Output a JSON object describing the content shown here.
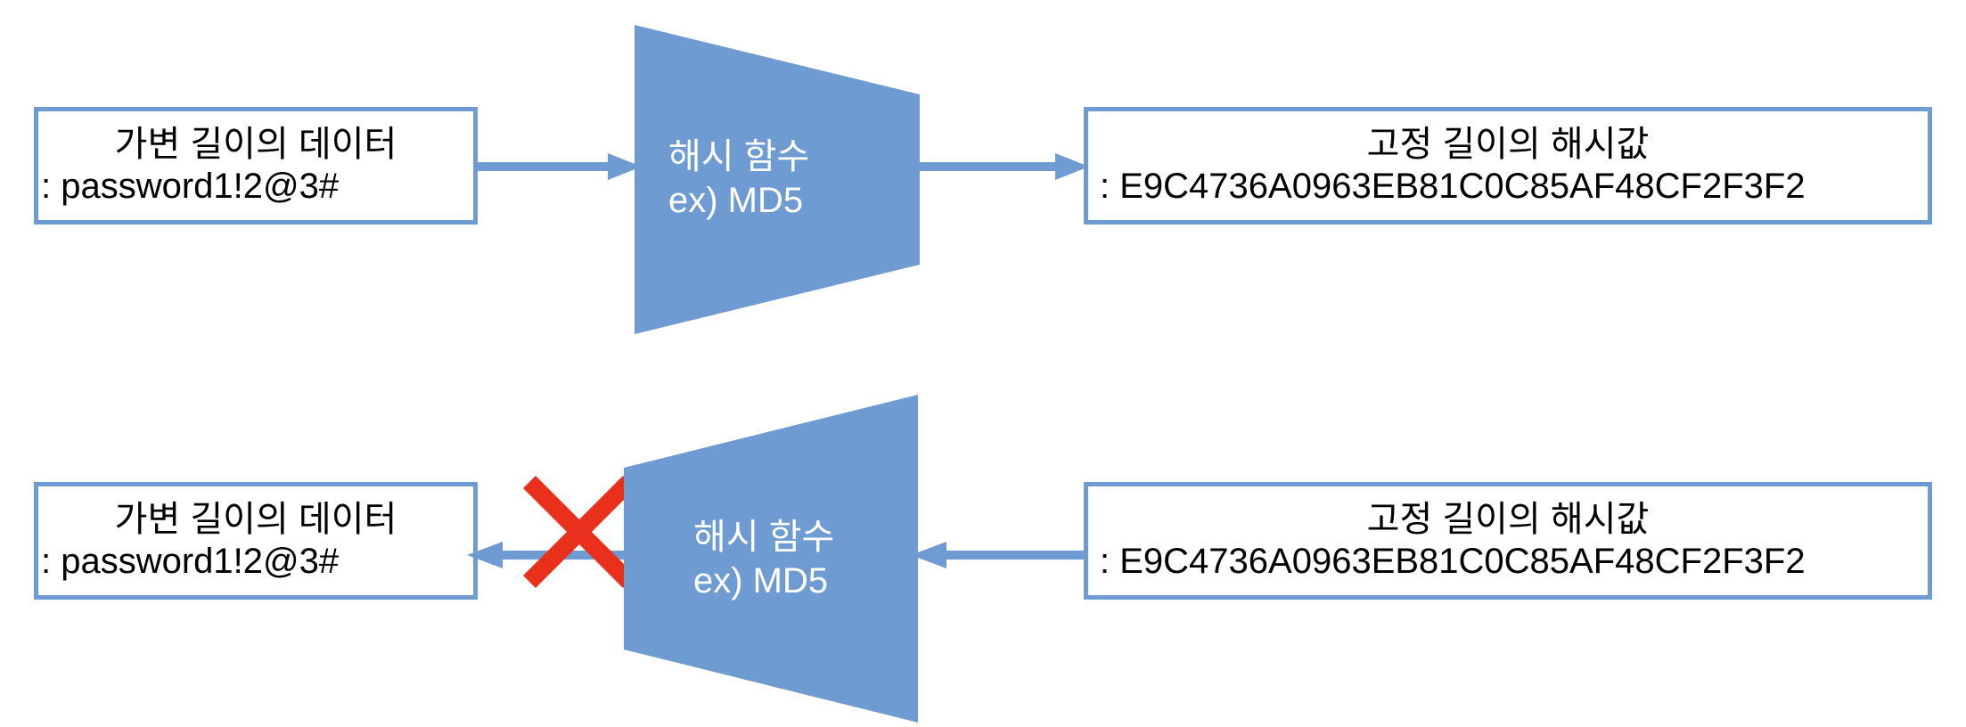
{
  "colors": {
    "accent_blue": "#6E9BD1",
    "reject_red": "#E8301C",
    "box_fill": "#FFFFFF",
    "text": "#000000",
    "trapezoid_text": "#FFFFFF"
  },
  "rows": {
    "top": {
      "input_box": {
        "title": "가변 길이의 데이터",
        "value": ": password1!2@3#"
      },
      "function_shape": {
        "line1": "해시 함수",
        "line2": "ex) MD5"
      },
      "output_box": {
        "title": "고정 길이의 해시값",
        "value": ": E9C4736A0963EB81C0C85AF48CF2F3F2"
      },
      "arrow_in_direction": "right",
      "arrow_out_direction": "right"
    },
    "bottom": {
      "output_box": {
        "title": "가변 길이의 데이터",
        "value": ": password1!2@3#"
      },
      "function_shape": {
        "line1": "해시 함수",
        "line2": "ex) MD5"
      },
      "input_box": {
        "title": "고정 길이의 해시값",
        "value": ": E9C4736A0963EB81C0C85AF48CF2F3F2"
      },
      "arrow_in_direction": "left",
      "arrow_out_direction": "left",
      "reject_icon": "red-x-icon"
    }
  }
}
